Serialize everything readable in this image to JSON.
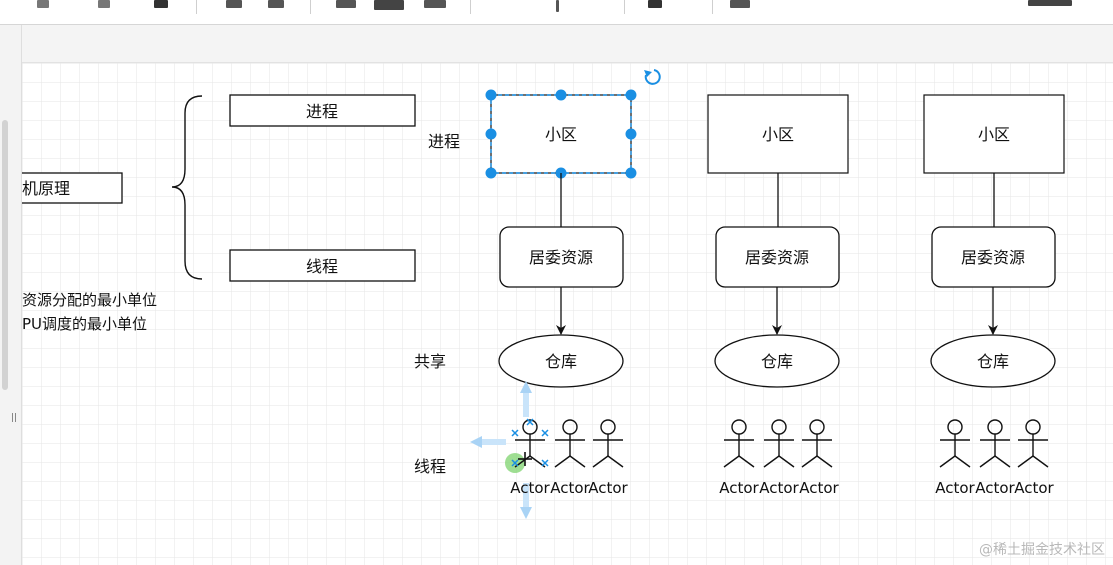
{
  "toolbar": {
    "icons": [
      "undo-icon",
      "redo-icon",
      "delete-icon",
      "to-front-icon",
      "to-back-icon",
      "fill-color-icon",
      "line-color-icon",
      "shadow-icon",
      "waypoint-icon",
      "insert-icon",
      "table-icon",
      "fullscreen-icon"
    ]
  },
  "left_panel": {
    "box_label": "机原理",
    "note_line1": "资源分配的最小单位",
    "note_line2": "PU调度的最小单位"
  },
  "mindmap": {
    "process": "进程",
    "thread": "线程"
  },
  "row_labels": {
    "process": "进程",
    "shared": "共享",
    "thread": "线程"
  },
  "columns": [
    {
      "community": "小区",
      "committee": "居委资源",
      "warehouse": "仓库",
      "actors": [
        "Actor",
        "Actor",
        "Actor"
      ],
      "selected": true
    },
    {
      "community": "小区",
      "committee": "居委资源",
      "warehouse": "仓库",
      "actors": [
        "Actor",
        "Actor",
        "Actor"
      ],
      "selected": false
    },
    {
      "community": "小区",
      "committee": "居委资源",
      "warehouse": "仓库",
      "actors": [
        "Actor",
        "Actor",
        "Actor"
      ],
      "selected": false
    }
  ],
  "watermark": "@稀土掘金技术社区",
  "colors": {
    "selection": "#1a8fe3",
    "grid": "#e6e6e6",
    "hover": "#7ed36e"
  }
}
